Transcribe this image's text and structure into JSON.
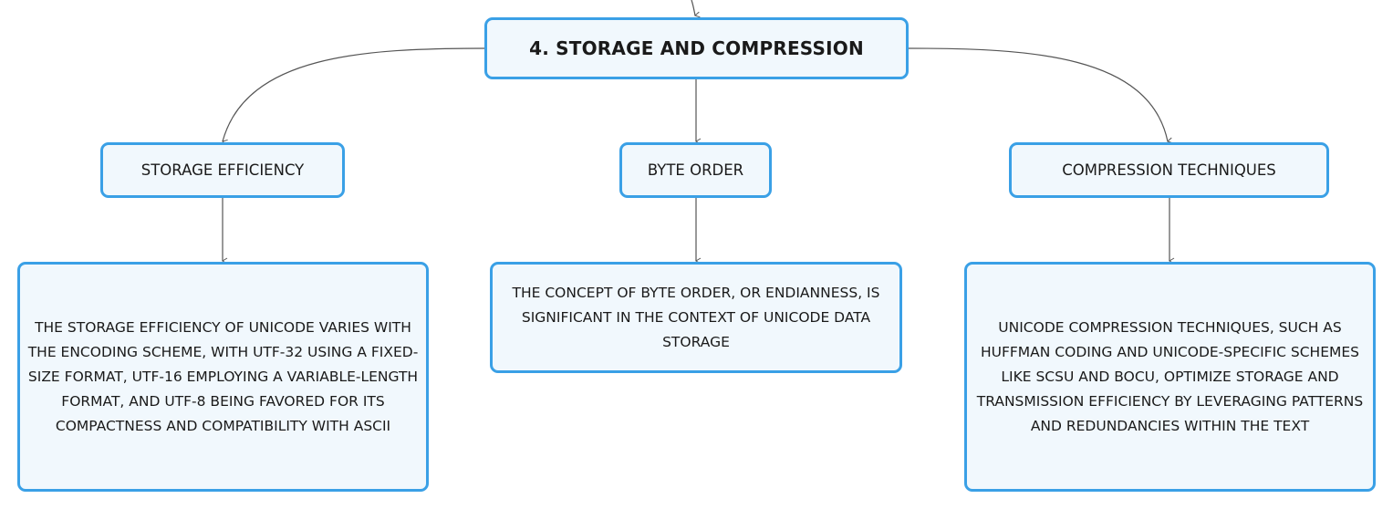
{
  "diagram": {
    "root": {
      "label": "4. STORAGE AND COMPRESSION"
    },
    "branches": [
      {
        "label": "STORAGE EFFICIENCY",
        "detail": "THE STORAGE EFFICIENCY OF UNICODE VARIES WITH THE ENCODING SCHEME, WITH UTF-32 USING A FIXED-SIZE FORMAT, UTF-16 EMPLOYING A VARIABLE-LENGTH FORMAT, AND UTF-8 BEING FAVORED FOR ITS COMPACTNESS AND COMPATIBILITY WITH ASCII"
      },
      {
        "label": "BYTE ORDER",
        "detail": "THE CONCEPT OF BYTE ORDER, OR ENDIANNESS, IS SIGNIFICANT IN THE CONTEXT OF UNICODE DATA STORAGE"
      },
      {
        "label": "COMPRESSION TECHNIQUES",
        "detail": "UNICODE COMPRESSION TECHNIQUES, SUCH AS HUFFMAN CODING AND UNICODE-SPECIFIC SCHEMES LIKE SCSU AND BOCU, OPTIMIZE STORAGE AND TRANSMISSION EFFICIENCY BY LEVERAGING PATTERNS AND REDUNDANCIES WITHIN THE TEXT"
      }
    ],
    "colors": {
      "node_border": "#3aa0e6",
      "node_fill": "#f1f8fd",
      "connector": "#555555"
    }
  }
}
